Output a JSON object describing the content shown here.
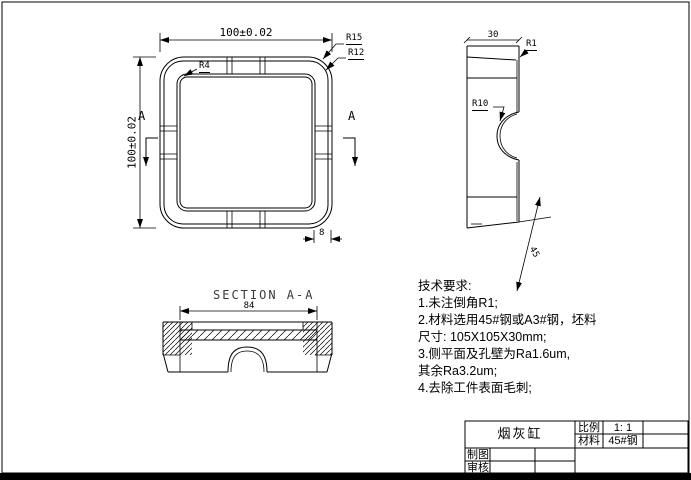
{
  "drawing": {
    "top_view": {
      "dim_width": "100±0.02",
      "dim_height": "100±0.02",
      "dim_rim": "8",
      "radius_outer": "R15",
      "radius_mid": "R12",
      "radius_inner": "R4",
      "section_letter_left": "A",
      "section_letter_right": "A"
    },
    "side_view": {
      "dim_height": "30",
      "radius_top": "R1",
      "radius_notch": "R10",
      "draft_angle": "45"
    },
    "section_view": {
      "title": "SECTION A-A",
      "dim_inner": "84"
    },
    "tech_requirements": {
      "title": "技术要求:",
      "items": [
        "1.未注倒角R1;",
        "2.材料选用45#钢或A3#钢，坯料",
        "尺寸: 105X105X30mm;",
        "3.侧平面及孔壁为Ra1.6um,",
        "其余Ra3.2um;",
        "4.去除工件表面毛刺;"
      ]
    },
    "title_block": {
      "part_name": "烟灰缸",
      "scale_label": "比例",
      "scale_value": "1: 1",
      "material_label": "材料",
      "material_value": "45#钢",
      "drafter_label": "制图",
      "checker_label": "审核"
    },
    "colors": {
      "line": "#000000",
      "background": "#ffffff"
    }
  }
}
